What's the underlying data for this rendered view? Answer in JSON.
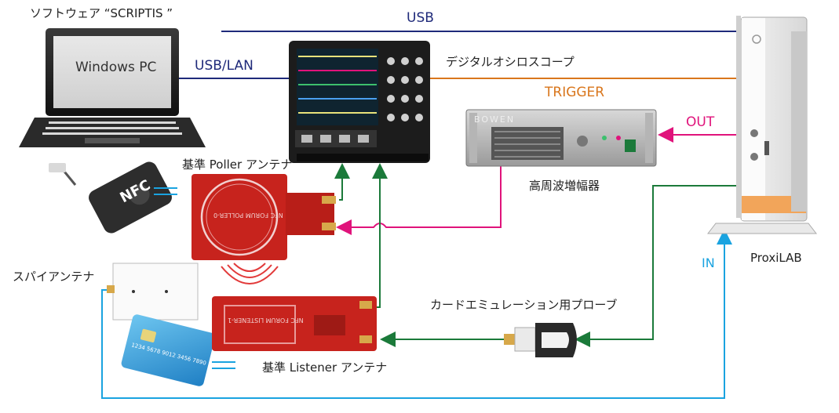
{
  "labels": {
    "software": "ソフトウェア “SCRIPTIS ”",
    "usb": "USB",
    "usb_lan": "USB/LAN",
    "windows_pc": "Windows PC",
    "oscilloscope": "デジタルオシロスコープ",
    "trigger": "TRIGGER",
    "out": "OUT",
    "amplifier": "高周波増幅器",
    "amp_brand": "BOWEN",
    "poller_antenna": "基準 Poller アンテナ",
    "nfc_reader": "NFC",
    "spy_antenna": "スパイアンテナ",
    "listener_antenna": "基準 Listener アンテナ",
    "probe": "カードエミュレーション用プローブ",
    "in": "IN",
    "proxilab": "ProxiLAB",
    "poller_board_text": "NFC FORUM POLLER-0",
    "listener_board_text": "NFC FORUM LISTENER-1",
    "card_number": "1234 5678 9012 3456 7890"
  },
  "colors": {
    "usb_line": "#1f2a7a",
    "trigger_line": "#d9761c",
    "rf_line": "#e0137b",
    "green_line": "#1b7a3a",
    "in_line": "#1aa3e0"
  }
}
